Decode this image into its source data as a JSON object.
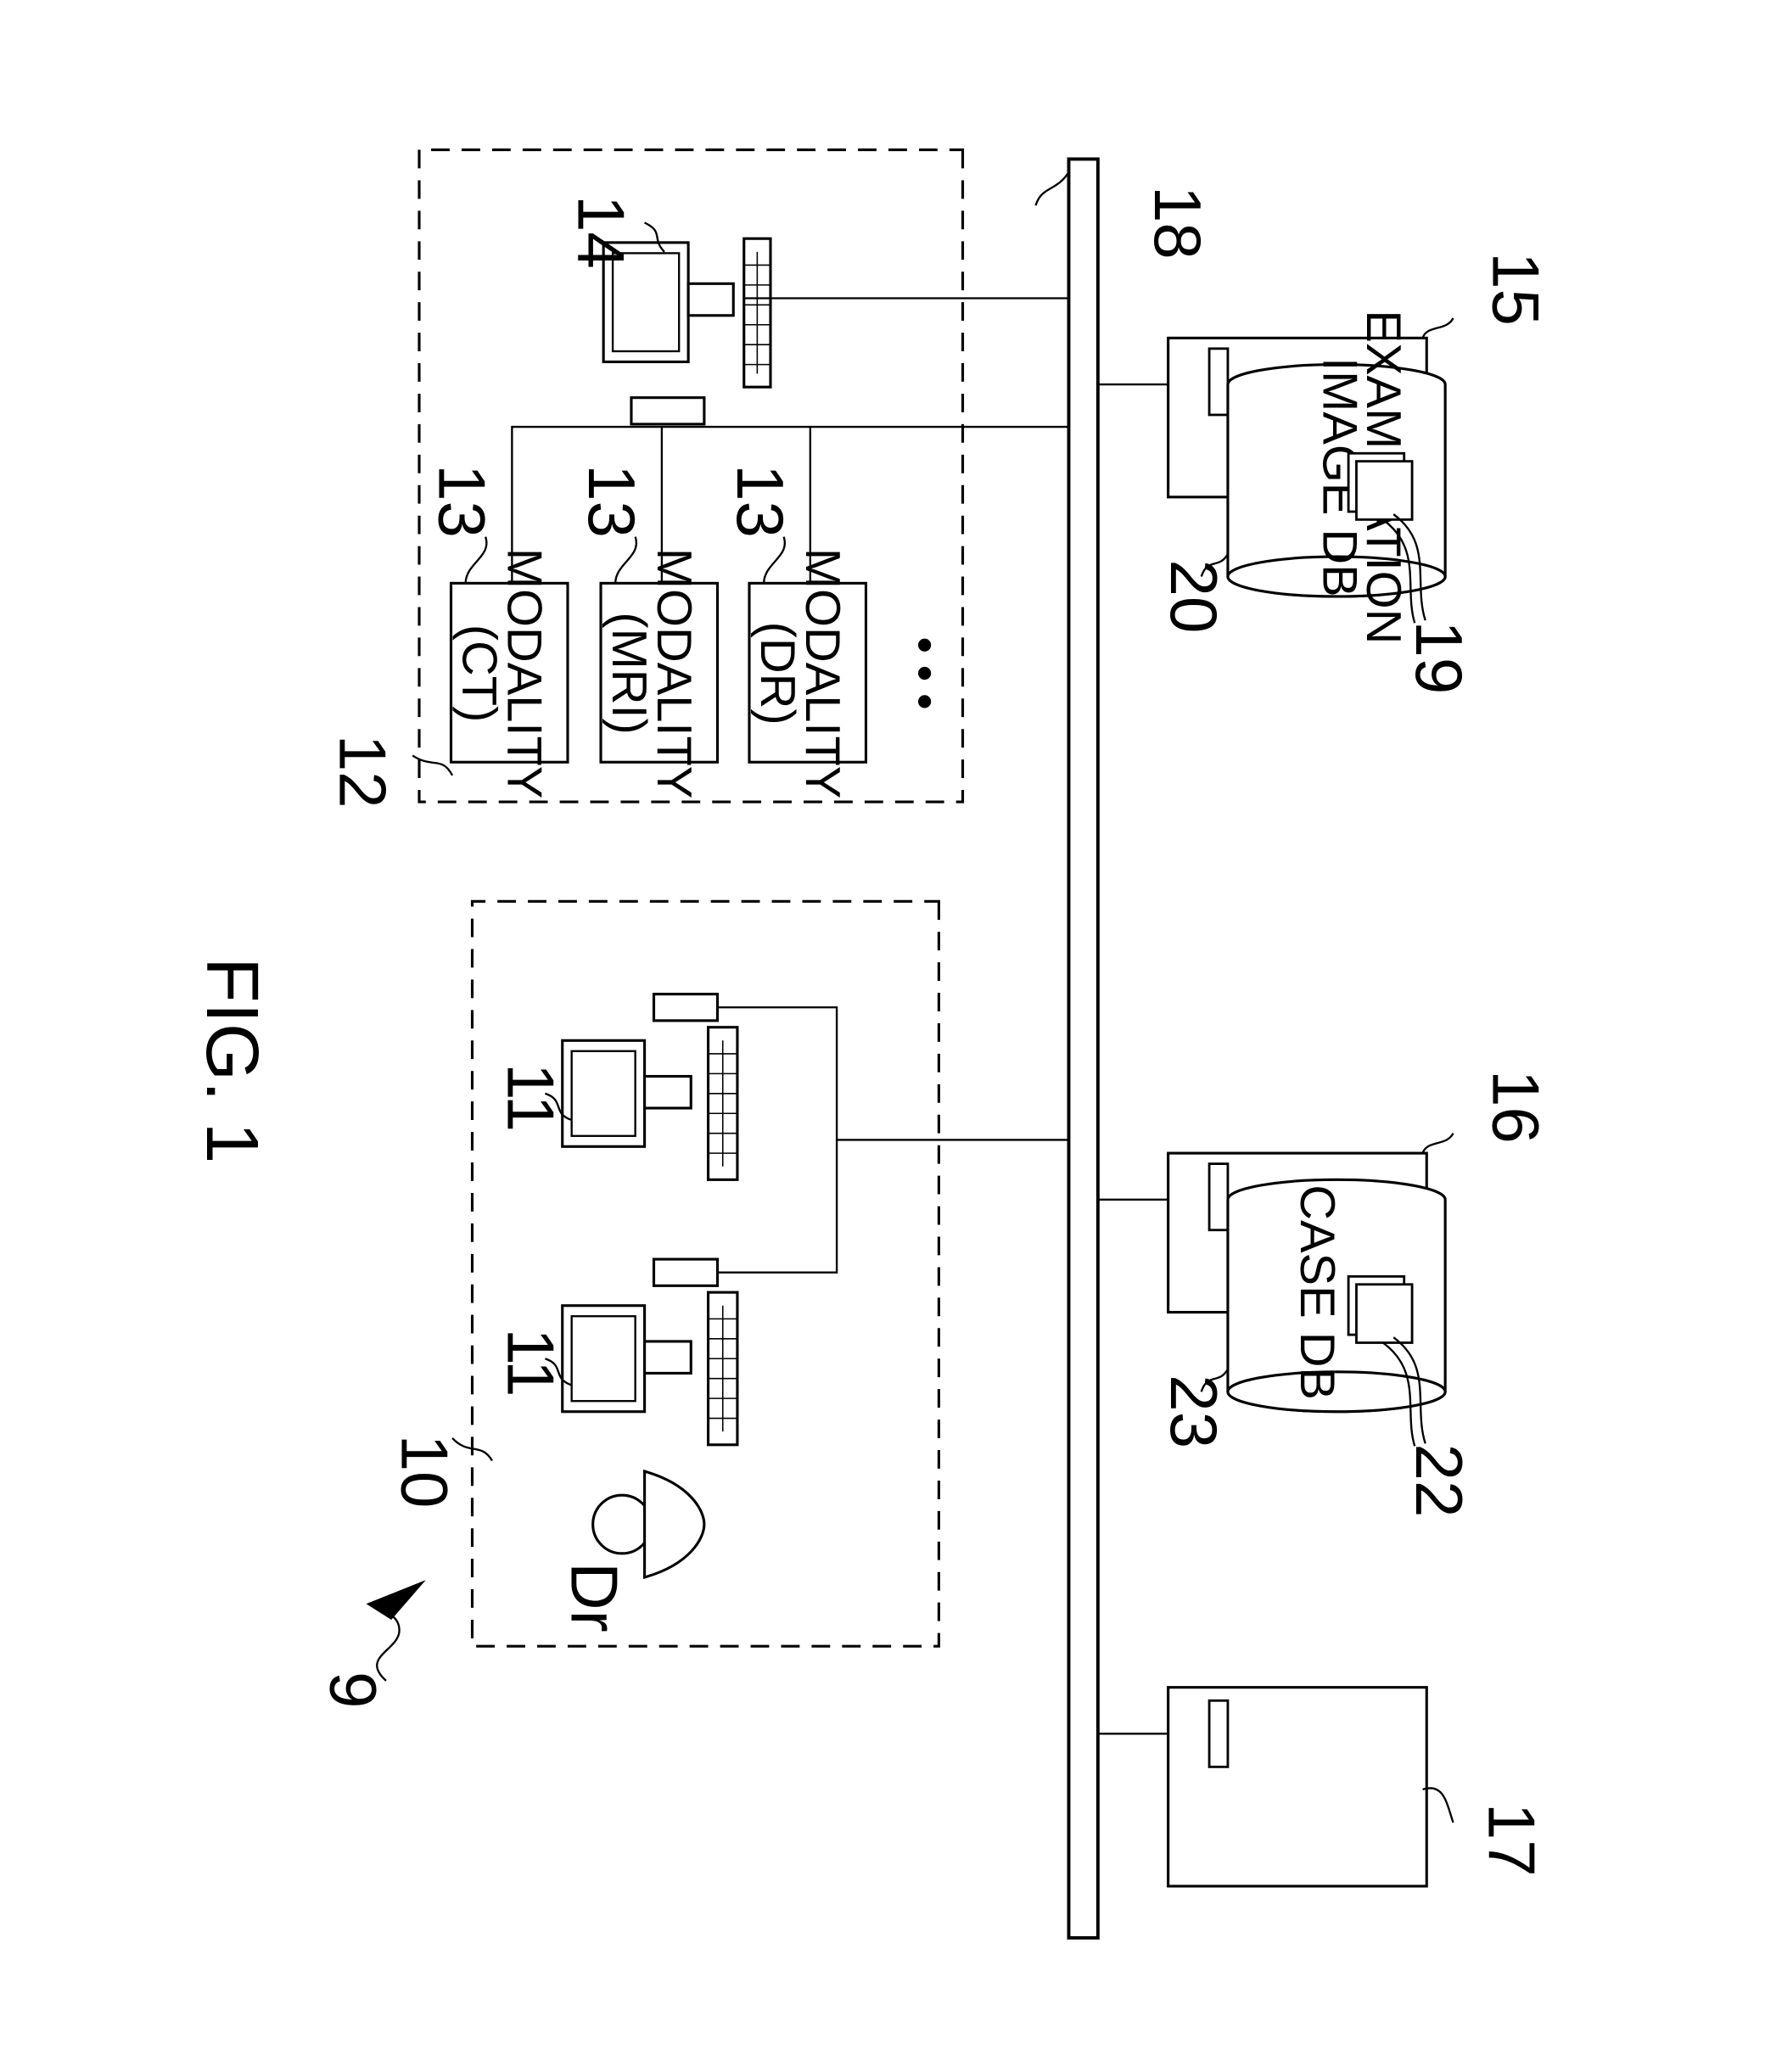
{
  "figure": {
    "title": "FIG. 1"
  },
  "labels": {
    "system": "9",
    "clinic_group": "10",
    "terminal_a": "11",
    "terminal_b": "11",
    "doctor": "Dr",
    "modality_group": "12",
    "modality_ct_ref": "13",
    "modality_mri_ref": "13",
    "modality_dr_ref": "13",
    "console": "14",
    "exam_server": "15",
    "case_server": "16",
    "server_17": "17",
    "network": "18",
    "exam_images": "19",
    "exam_db_ref": "20",
    "case_images": "22",
    "case_db_ref": "23"
  },
  "modalities": [
    {
      "line1": "MODALITY",
      "line2": "(CT)"
    },
    {
      "line1": "MODALITY",
      "line2": "(MRI)"
    },
    {
      "line1": "MODALITY",
      "line2": "(DR)"
    }
  ],
  "ellipsis": "• • •",
  "exam_db": {
    "line1": "EXAMINATION",
    "line2": "IMAGE DB"
  },
  "case_db": {
    "line1": "CASE DB"
  }
}
